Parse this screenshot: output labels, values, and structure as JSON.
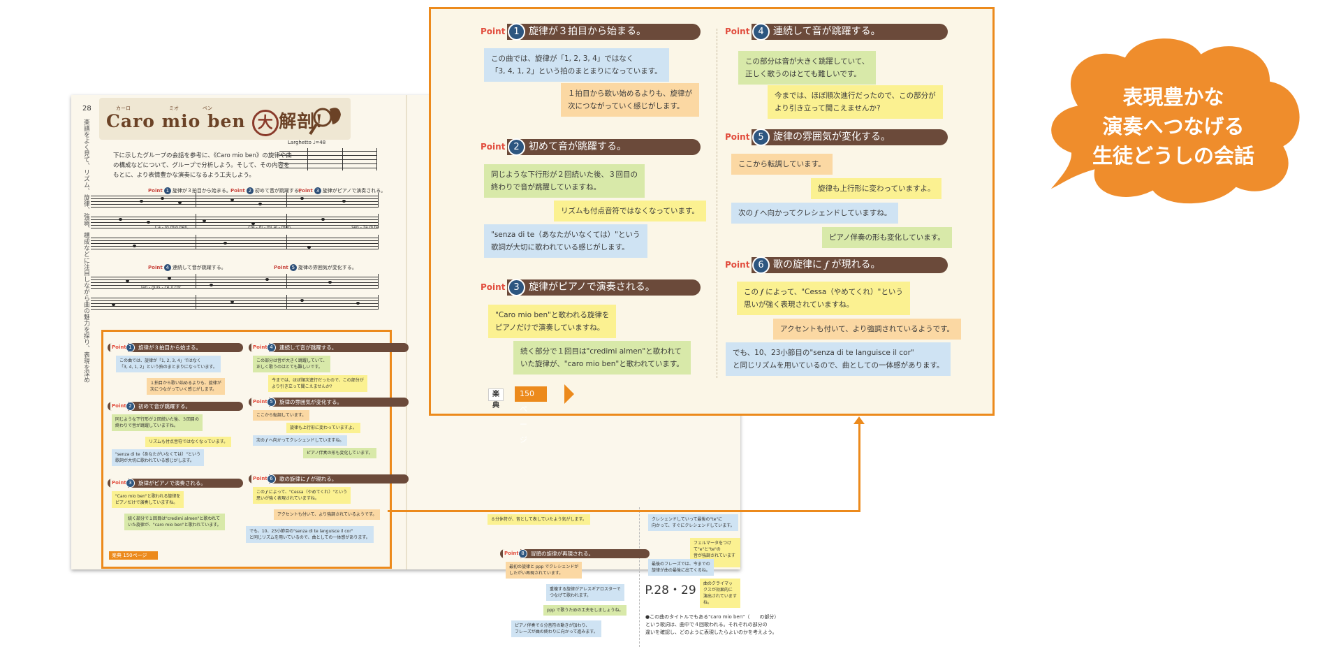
{
  "caption": "P.28・29",
  "cloud": {
    "text": "表現豊かな\n演奏へつなげる\n生徒どうしの会話",
    "color": "#ef8d2c"
  },
  "colors": {
    "orange": "#ec8a1c",
    "header_brown": "#6b4a3a",
    "point_red": "#e14d3e",
    "number_blue": "#2d5680",
    "bubble_blue": "#cfe3f3",
    "bubble_green": "#d8e9a9",
    "bubble_yellow": "#fbf191",
    "bubble_orange": "#fbd8a3"
  },
  "spread": {
    "page_number": "28",
    "title": "Caro mio ben",
    "title_circle": "大",
    "title_suffix": "解剖!",
    "ruby": [
      "カーロ",
      "ミオ",
      "ベン"
    ],
    "vertical_text": "楽譜をよく見て、リズム、旋律、強弱、構成などに注目しながら曲の魅力を探り、表現を深めよう。",
    "intro": "下に示したグループの会話を参考に、《Caro mio ben》の旋律や曲の構成などについて、グループで分析しよう。そして、その内容をもとに、より表情豊かな演奏になるよう工夫しよう。",
    "tempo": "Larghetto ♩=48",
    "score_points": [
      {
        "word": "Point",
        "n": "1",
        "label": "旋律が３拍目から始まる。"
      },
      {
        "word": "Point",
        "n": "2",
        "label": "初めて音が跳躍する。"
      },
      {
        "word": "Point",
        "n": "3",
        "label": "旋律がピアノで演奏される。"
      },
      {
        "word": "Point",
        "n": "4",
        "label": "連続して音が跳躍する。"
      },
      {
        "word": "Point",
        "n": "5",
        "label": "旋律の雰囲気が変化する。"
      }
    ],
    "lyrics": [
      "Ca - ro mio ben,",
      "cre - di - mi al - men,",
      "sen - za di te",
      "lan - guis - ce il cor."
    ],
    "right_page": {
      "point8": {
        "word": "Point",
        "n": "8",
        "label": "冒頭の旋律が再現される。"
      },
      "bubbles": [
        "８分休符が、音として表していたよう気がします。",
        "クレシェンドしていって最後の\"te\"に\n向かって、すぐにクレシェンドしています。",
        "フェルマータをつけて\"e\"と\"te\"の\n音が強調されていますね。",
        "最初の旋律と ppp でクレシェンドが\nしたがい再現されています。",
        "最後のフレーズでは、今までの\n旋律が曲の最後に出てくるね。",
        "重複する旋律がアレスギアロスターで\nつなげて歌われます。",
        "曲のクライマックスが効果的に\n演出されていますね。",
        "ppp で歌うための工夫をしましょうね。",
        "ピアノ伴奏で６分音符の動きが加わり、\nフレーズが曲の終わりに向かって進みます。"
      ],
      "note": "●この曲のタイトルでもある\"caro mio ben\"（　　の部分）\nという歌詞は、曲中で４回歌われる。それぞれの部分の\n違いを確認し、どのように表現したらよいのかを考えよう。"
    }
  },
  "zoom": {
    "left": [
      {
        "word": "Point",
        "n": "1",
        "title": "旋律が３拍目から始まる。",
        "bubbles": [
          {
            "text": "この曲では、旋律が「1, 2, 3, 4」ではなく\n「3, 4, 1, 2」という拍のまとまりになっています。",
            "color": "blue"
          },
          {
            "text": "１拍目から歌い始めるよりも、旋律が\n次につながっていく感じがします。",
            "color": "orange"
          }
        ]
      },
      {
        "word": "Point",
        "n": "2",
        "title": "初めて音が跳躍する。",
        "bubbles": [
          {
            "text": "同じような下行形が２回続いた後、３回目の\n終わりで音が跳躍していますね。",
            "color": "green"
          },
          {
            "text": "リズムも付点音符ではなくなっています。",
            "color": "yellow"
          },
          {
            "text": "\"senza di te（あなたがいなくては）\"という\n歌詞が大切に歌われている感じがします。",
            "color": "blue"
          }
        ]
      },
      {
        "word": "Point",
        "n": "3",
        "title": "旋律がピアノで演奏される。",
        "bubbles": [
          {
            "text": "\"Caro mio ben\"と歌われる旋律を\nピアノだけで演奏していますね。",
            "color": "yellow"
          },
          {
            "text": "続く部分で１回目は\"credimi almen\"と歌われて\nいた旋律が、\"caro mio ben\"と歌われています。",
            "color": "green"
          }
        ]
      }
    ],
    "right": [
      {
        "word": "Point",
        "n": "4",
        "title": "連続して音が跳躍する。",
        "bubbles": [
          {
            "text": "この部分は音が大きく跳躍していて、\n正しく歌うのはとても難しいです。",
            "color": "green"
          },
          {
            "text": "今までは、ほぼ順次進行だったので、この部分が\nより引き立って聞こえませんか?",
            "color": "yellow"
          }
        ]
      },
      {
        "word": "Point",
        "n": "5",
        "title": "旋律の雰囲気が変化する。",
        "bubbles": [
          {
            "text": "ここから転調しています。",
            "color": "orange"
          },
          {
            "text": "旋律も上行形に変わっていますよ。",
            "color": "yellow"
          },
          {
            "text": "次の 𝆑 へ向かってクレシェンドしていますね。",
            "color": "blue"
          },
          {
            "text": "ピアノ伴奏の形も変化しています。",
            "color": "green"
          }
        ]
      },
      {
        "word": "Point",
        "n": "6",
        "title": "歌の旋律に 𝆑 が現れる。",
        "bubbles": [
          {
            "text": "この 𝆑 によって、\"Cessa（やめてくれ）\"という\n思いが強く表現されていますね。",
            "color": "yellow"
          },
          {
            "text": "アクセントも付いて、より強調されているようです。",
            "color": "orange"
          },
          {
            "text": "でも、10、23小節目の\"senza di te languisce il cor\"\nと同じリズムを用いているので、曲としての一体感があります。",
            "color": "blue"
          }
        ]
      }
    ],
    "ref_label": "楽典",
    "ref_page": "150ページ"
  }
}
